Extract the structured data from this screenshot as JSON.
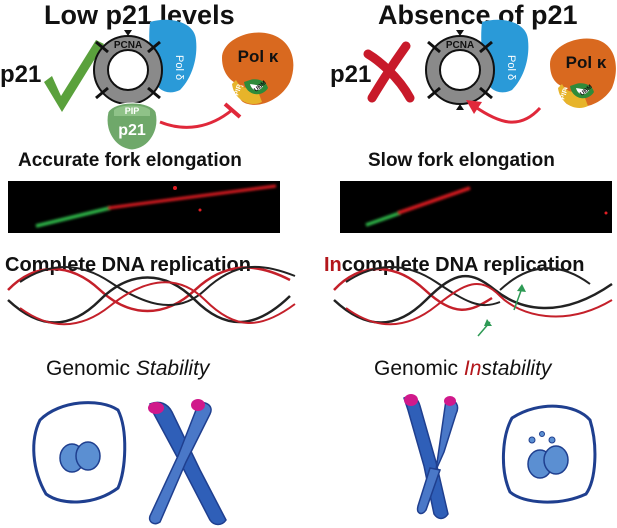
{
  "left": {
    "title": "Low p21 levels",
    "p21_label": "p21",
    "fork_label": "Accurate fork elongation",
    "replication_label": "Complete DNA replication",
    "genomic_prefix": "Genomic ",
    "genomic_word": "Stability"
  },
  "right": {
    "title": "Absence of p21",
    "p21_label": "p21",
    "fork_label": "Slow fork elongation",
    "replication_in": "In",
    "replication_rest": "complete DNA replication",
    "genomic_prefix": "Genomic ",
    "genomic_in": "In",
    "genomic_rest": "stability"
  },
  "proteins": {
    "pcna": "PCNA",
    "pol_delta": "Pol δ",
    "pol_kappa": "Pol κ",
    "pip": "PIP",
    "ubm": "UBM",
    "p21": "p21"
  },
  "colors": {
    "check_green": "#5aa13c",
    "cross_red": "#c81a2a",
    "pcna_gray": "#8a8a8a",
    "pol_delta_blue": "#2a9ad8",
    "pol_kappa_orange": "#d9691f",
    "pip_yellow": "#e7b42a",
    "ubm_green": "#2e8b3a",
    "p21_green": "#6fa86a",
    "inhibit_red": "#e0283a",
    "dna_red": "#c4202a",
    "dna_black": "#222222",
    "arrow_green": "#2e9a55",
    "cell_blue": "#5b8fd2",
    "chromosome_blue": "#2f5fb8",
    "centromere_pink": "#d0198b"
  }
}
